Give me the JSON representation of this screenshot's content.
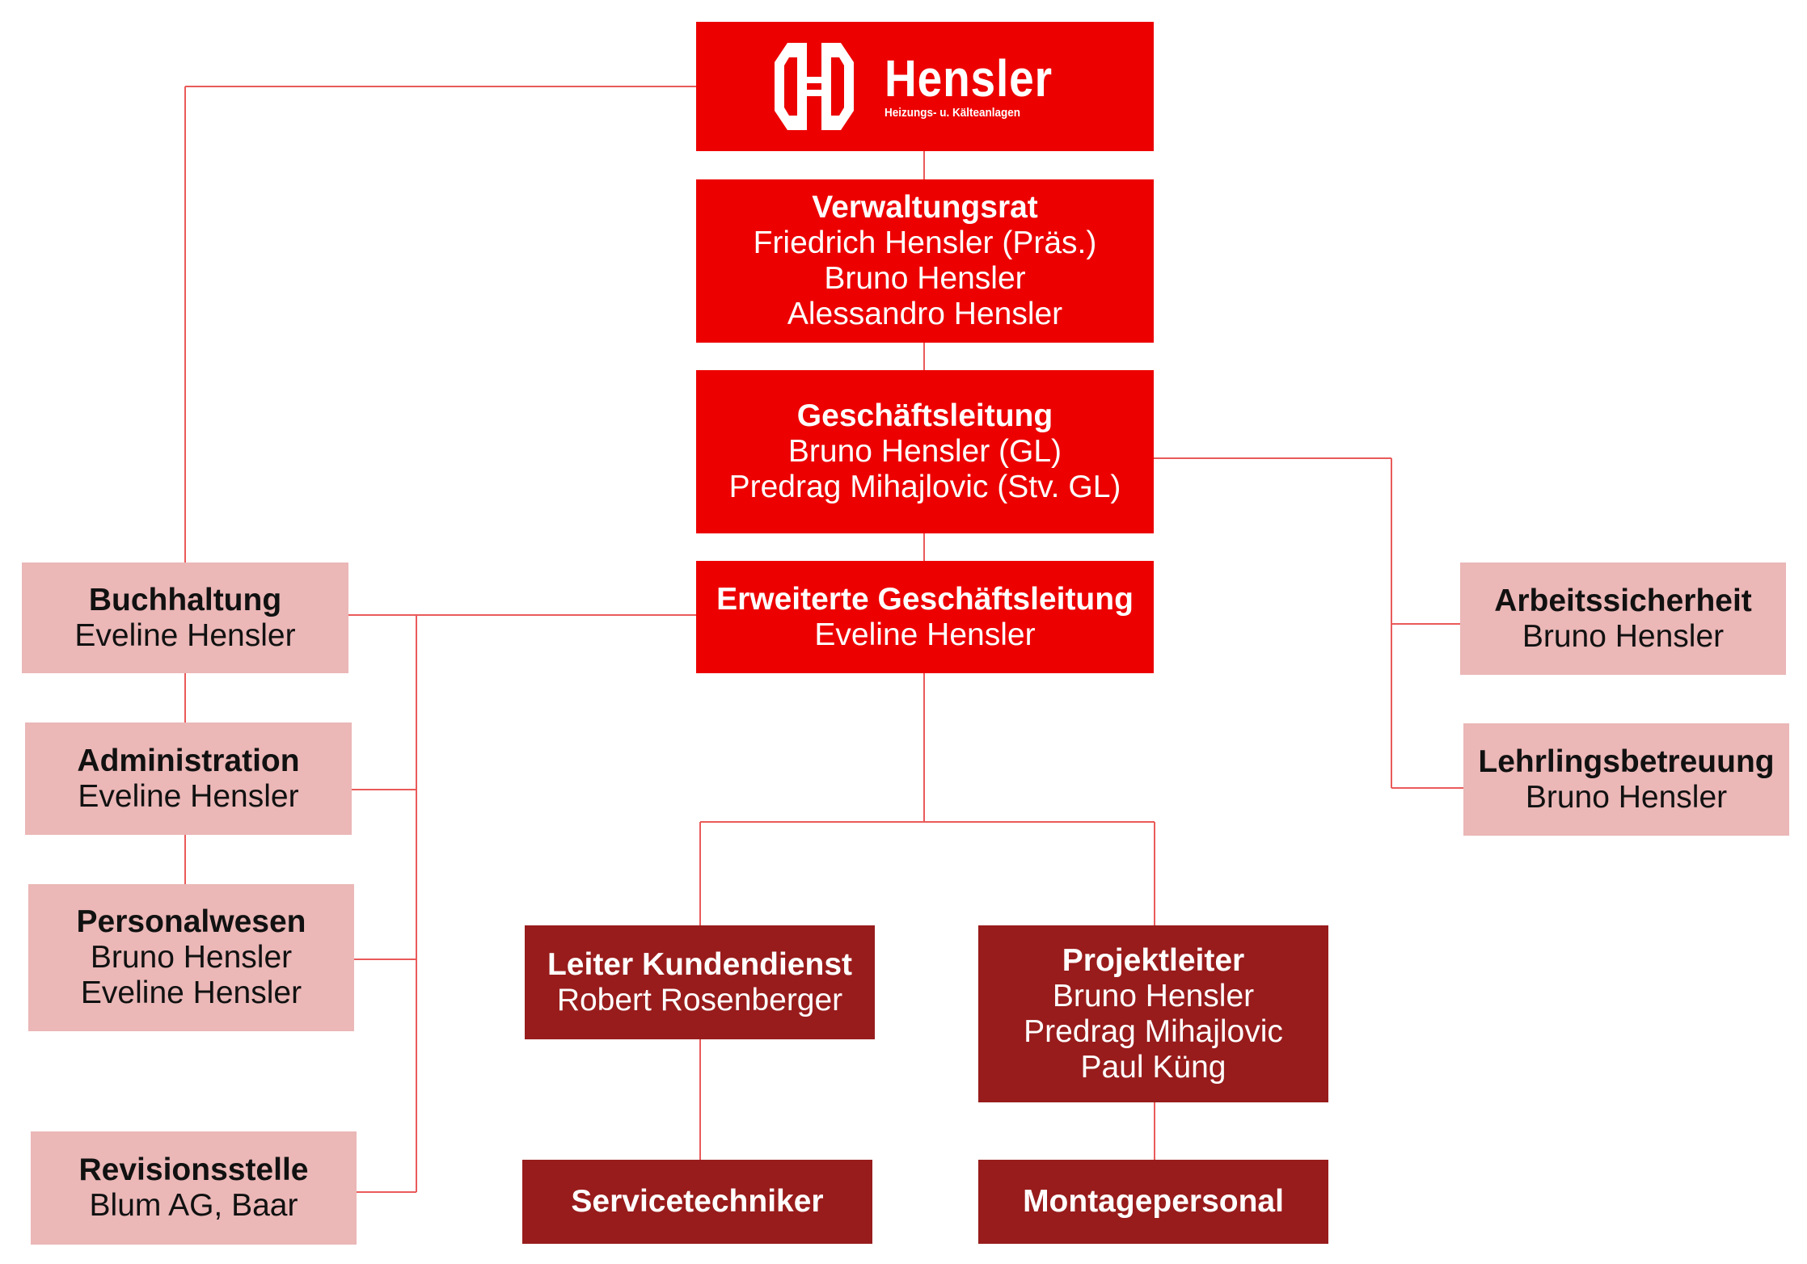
{
  "colors": {
    "primary_red": "#ec0000",
    "dark_red": "#981c1c",
    "light_pink": "#ebb7b7",
    "connector": "#ea5a5a"
  },
  "logo": {
    "icon": "hensler-hh-logo-icon",
    "name": "Hensler",
    "tagline": "Heizungs- u. Kälteanlagen"
  },
  "verwaltungsrat": {
    "title": "Verwaltungsrat",
    "members": [
      "Friedrich Hensler (Präs.)",
      "Bruno Hensler",
      "Alessandro Hensler"
    ]
  },
  "geschaeftsleitung": {
    "title": "Geschäftsleitung",
    "members": [
      "Bruno Hensler (GL)",
      "Predrag Mihajlovic (Stv. GL)"
    ]
  },
  "erweiterte_geschaeftsleitung": {
    "title": "Erweiterte Geschäftsleitung",
    "members": [
      "Eveline Hensler"
    ]
  },
  "buchhaltung": {
    "title": "Buchhaltung",
    "members": [
      "Eveline Hensler"
    ]
  },
  "administration": {
    "title": "Administration",
    "members": [
      "Eveline Hensler"
    ]
  },
  "personalwesen": {
    "title": "Personalwesen",
    "members": [
      "Bruno Hensler",
      "Eveline Hensler"
    ]
  },
  "revisionsstelle": {
    "title": "Revisionsstelle",
    "members": [
      "Blum AG, Baar"
    ]
  },
  "arbeitssicherheit": {
    "title": "Arbeitssicherheit",
    "members": [
      "Bruno Hensler"
    ]
  },
  "lehrlingsbetreuung": {
    "title": "Lehrlingsbetreuung",
    "members": [
      "Bruno Hensler"
    ]
  },
  "leiter_kundendienst": {
    "title": "Leiter Kundendienst",
    "members": [
      "Robert Rosenberger"
    ]
  },
  "projektleiter": {
    "title": "Projektleiter",
    "members": [
      "Bruno Hensler",
      "Predrag Mihajlovic",
      "Paul Küng"
    ]
  },
  "servicetechniker": {
    "title": "Servicetechniker"
  },
  "montagepersonal": {
    "title": "Montagepersonal"
  }
}
